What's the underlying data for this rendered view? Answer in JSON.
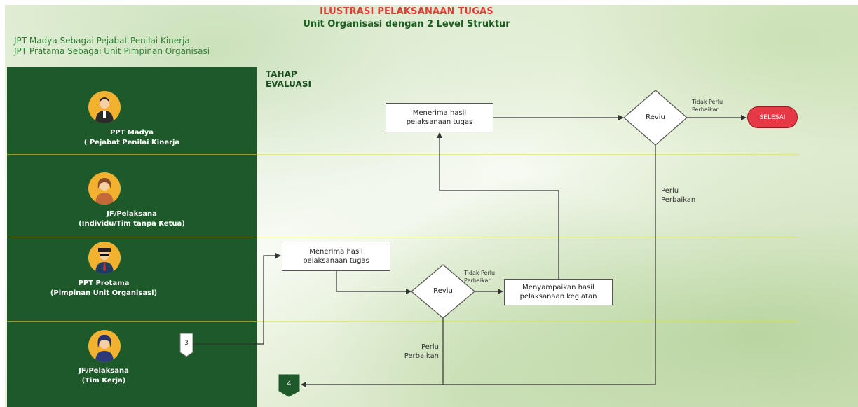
{
  "title": {
    "main": "ILUSTRASI PELAKSANAAN TUGAS",
    "sub": "Unit Organisasi dengan 2 Level Struktur"
  },
  "subtitles": {
    "line1": "JPT Madya Sebagai Pejabat Penilai Kinerja",
    "line2": "JPT Pratama Sebagai Unit Pimpinan Organisasi"
  },
  "stage_label": "TAHAP\nEVALUASI",
  "lanes": [
    {
      "title": "PPT Madya",
      "subtitle": "( Pejabat Penilai Kinerja"
    },
    {
      "title": "JF/Pelaksana",
      "subtitle": "(Individu/Tim tanpa Ketua)"
    },
    {
      "title": "PPT Protama",
      "subtitle": "(Pimpinan Unit Organisasi)"
    },
    {
      "title": "JF/Pelaksana",
      "subtitle": "(Tim Kerja)"
    }
  ],
  "nodes": {
    "receive_top": "Menerima hasil\npelaksanaan tugas",
    "review_top": "Reviu",
    "end": "SELESAI",
    "receive_mid": "Menerima hasil\npelaksanaan tugas",
    "review_mid": "Reviu",
    "deliver": "Menyampaikan hasil\npelaksanaan kegiatan"
  },
  "connectors": {
    "start": "3",
    "end": "4"
  },
  "edge_labels": {
    "top_no_fix": "Tidak Perlu\nPerbaikan",
    "top_fix": "Perlu\nPerbaikan",
    "mid_no_fix": "Tidak Perlu\nPerbaikan",
    "mid_fix": "Perlu\nPerbaikan"
  },
  "colors": {
    "panel": "#1e5a29",
    "title_red": "#e53935",
    "title_green": "#1b5e20",
    "end_red": "#e53945",
    "avatar": "#f2b230"
  }
}
